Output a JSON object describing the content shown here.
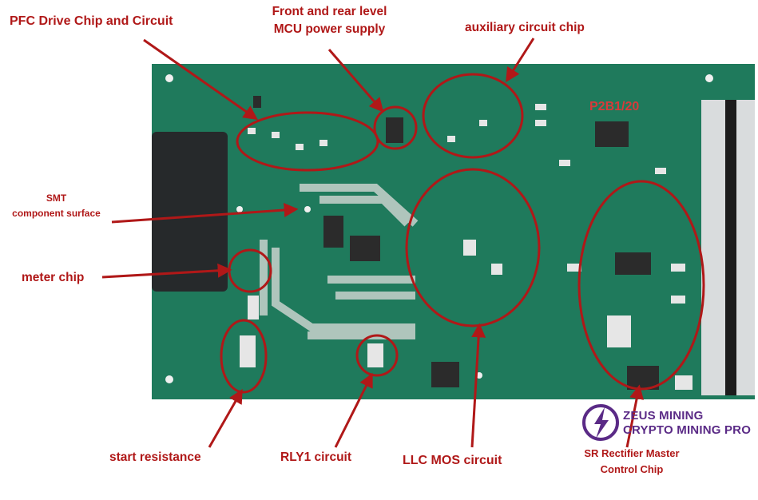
{
  "labels": {
    "pfc": "PFC Drive Chip and Circuit",
    "mcu_line1": "Front and rear level",
    "mcu_line2": "MCU power supply",
    "auxiliary": "auxiliary circuit chip",
    "smt_line1": "SMT",
    "smt_line2": "component surface",
    "meter": "meter chip",
    "start": "start resistance",
    "rly1": "RLY1 circuit",
    "llc": "LLC MOS circuit",
    "sr_line1": "SR Rectifier Master",
    "sr_line2": "Control Chip"
  },
  "board_marking": "P2B1/20",
  "brand": {
    "line1": "ZEUS MINING",
    "line2": "CRYPTO MINING PRO",
    "color": "#5a2a86"
  },
  "colors": {
    "annotation": "#b01818",
    "pcb": "#1f7a5c",
    "trace": "#c9d3cd"
  }
}
